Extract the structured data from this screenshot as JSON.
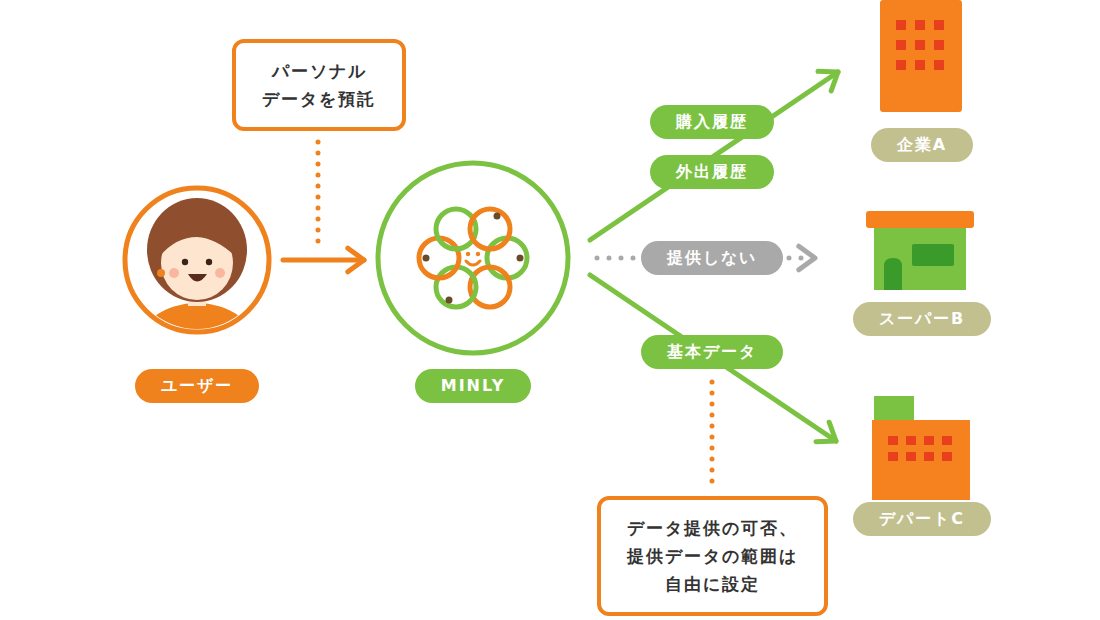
{
  "diagram": {
    "nodes": [
      {
        "text": [
          "パーソナル データを預託"
        ]
      },
      {
        "text": [
          "ユーザー"
        ]
      },
      {
        "text": [
          "MINLY"
        ]
      },
      {
        "text": [
          "企業A"
        ]
      },
      {
        "text": [
          "スーパーB"
        ]
      },
      {
        "text": [
          "デパートC"
        ]
      },
      {
        "text": [
          "データ提供の可否、 提供データの範囲は 自由に設定"
        ]
      }
    ],
    "edges": [
      {
        "from": 1,
        "to": 2,
        "arrow": "to"
      },
      {
        "from": 2,
        "to": 3,
        "label": "購入履歴",
        "arrow": "to"
      },
      {
        "from": 2,
        "to": 4,
        "label": "提供しない",
        "arrow": "to"
      },
      {
        "from": 2,
        "to": 5,
        "label": "基本データ",
        "arrow": "to"
      }
    ],
    "labels": [
      "外出履歴"
    ]
  }
}
